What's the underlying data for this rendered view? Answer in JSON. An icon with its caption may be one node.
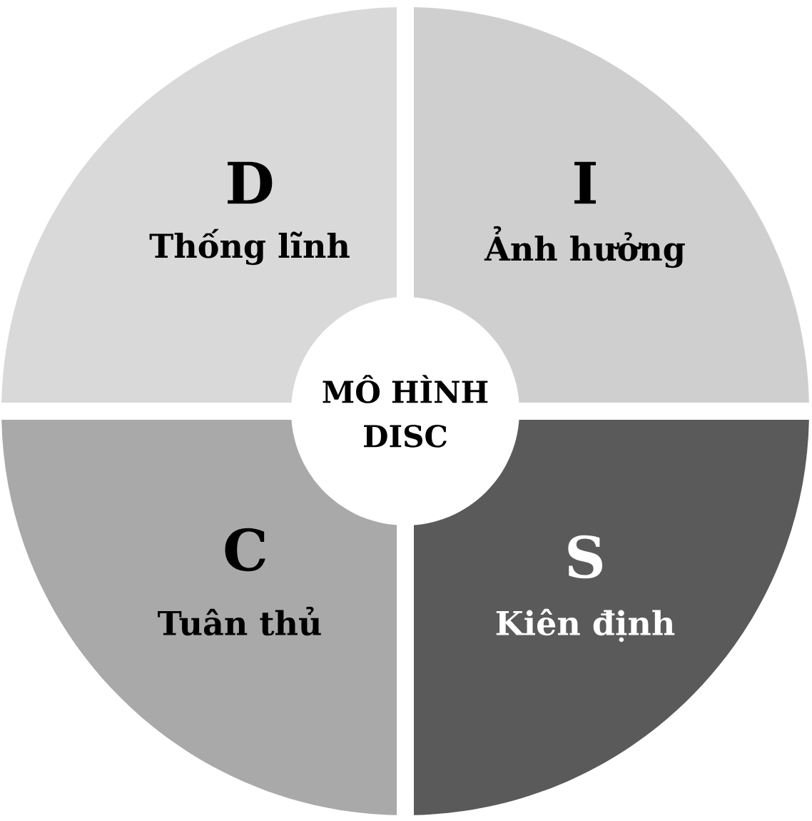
{
  "diagram": {
    "nodes": [
      {
        "text": [
          "D",
          "Thống lĩnh"
        ]
      },
      {
        "text": [
          "I",
          "Ảnh hưởng"
        ]
      },
      {
        "text": [
          "C",
          "Tuân thủ"
        ]
      },
      {
        "text": [
          "S",
          "Kiên định"
        ]
      },
      {
        "text": [
          "MÔ HÌNH DISC"
        ]
      }
    ]
  }
}
